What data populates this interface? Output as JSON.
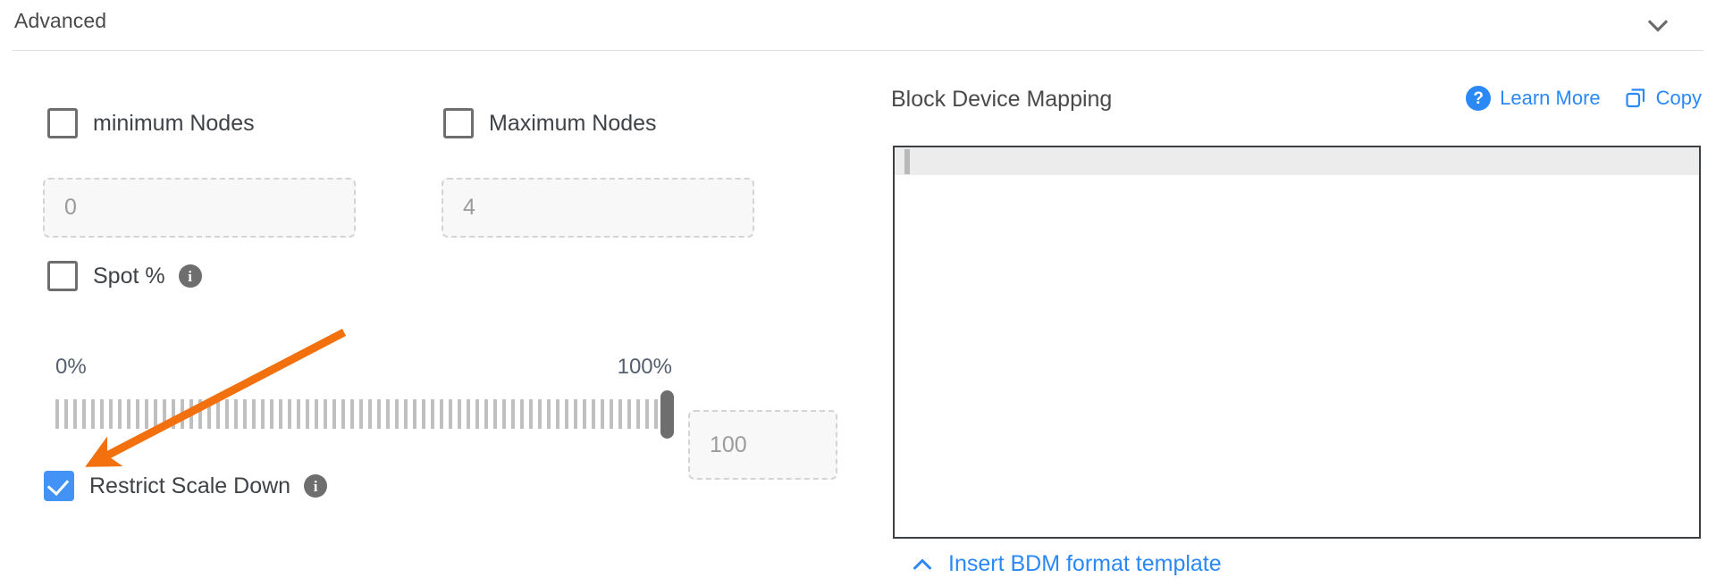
{
  "header": {
    "title": "Advanced",
    "collapse_icon": "chevron-down-icon"
  },
  "left": {
    "min_nodes": {
      "label": "minimum Nodes",
      "checked": false,
      "input_placeholder": "0",
      "input_value": ""
    },
    "max_nodes": {
      "label": "Maximum Nodes",
      "checked": false,
      "input_placeholder": "4",
      "input_value": ""
    },
    "spot": {
      "label": "Spot %",
      "checked": false,
      "info_icon": "info-icon",
      "info_glyph": "i"
    },
    "slider": {
      "min_label": "0%",
      "max_label": "100%",
      "value": 100,
      "min": 0,
      "max": 100,
      "input_placeholder": "100",
      "input_value": ""
    },
    "restrict_scale_down": {
      "label": "Restrict Scale Down",
      "checked": true,
      "info_icon": "info-icon",
      "info_glyph": "i"
    }
  },
  "right": {
    "title": "Block Device Mapping",
    "learn_more": {
      "label": "Learn More",
      "icon": "question-circle-icon",
      "glyph": "?"
    },
    "copy": {
      "label": "Copy",
      "icon": "copy-icon"
    },
    "editor": {
      "content": "",
      "active_line": 1
    },
    "insert_template": {
      "label": "Insert BDM format template",
      "icon": "chevron-up-icon"
    }
  },
  "annotation": {
    "type": "arrow",
    "color": "#F2700D",
    "points": "from (385,372) to (103,520)",
    "target": "restrict-scale-down-checkbox"
  },
  "colors": {
    "accent_blue": "#2b88f7",
    "checkbox_blue": "#4293f5",
    "annotation_orange": "#F2700D",
    "icon_gray": "#6e6e6e",
    "text_gray": "#4a4a4a",
    "editor_border": "#3d4043"
  }
}
